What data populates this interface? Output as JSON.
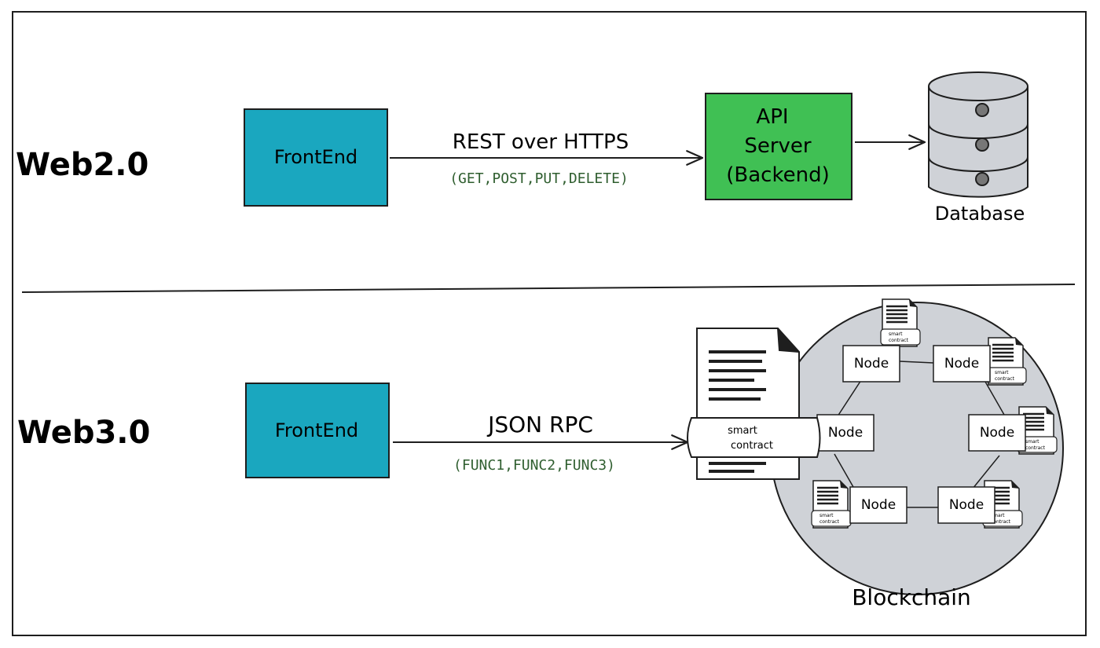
{
  "colors": {
    "frontend_fill": "#1aa7bf",
    "api_fill": "#40c054",
    "stroke": "#1e1e1e",
    "method_text": "#2f5e2f",
    "blockchain_fill": "#cfd2d7",
    "database_fill": "#cfd2d7",
    "doc_fill": "#ffffff"
  },
  "web2": {
    "label": "Web2.0",
    "frontend": "FrontEnd",
    "protocol": "REST over HTTPS",
    "methods": "(GET,POST,PUT,DELETE)",
    "api_server": [
      "API",
      "Server",
      "(Backend)"
    ],
    "database": "Database",
    "icons": [
      "database-icon"
    ]
  },
  "web3": {
    "label": "Web3.0",
    "frontend": "FrontEnd",
    "protocol": "JSON RPC",
    "methods": "(FUNC1,FUNC2,FUNC3)",
    "smart_contract": [
      "smart",
      "contract"
    ],
    "mini_contract": [
      "smart",
      "contract"
    ],
    "node_label": "Node",
    "blockchain": "Blockchain",
    "icons": [
      "document-icon"
    ]
  }
}
